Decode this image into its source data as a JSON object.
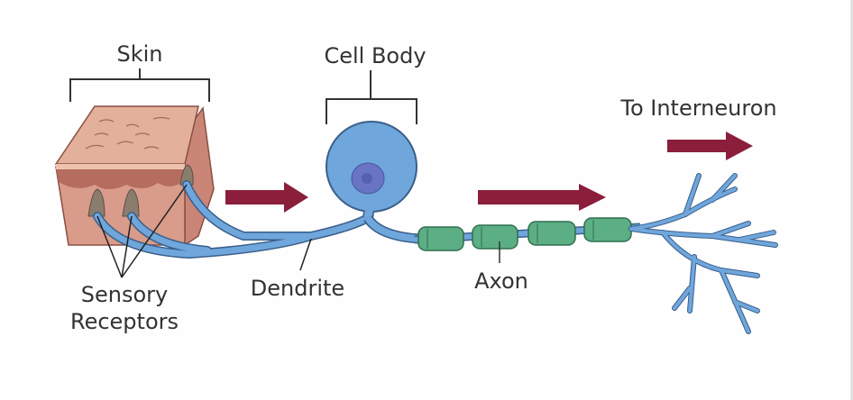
{
  "diagram": {
    "title": "Sensory neuron pathway",
    "labels": {
      "skin": "Skin",
      "cell_body": "Cell Body",
      "to_interneuron": "To Interneuron",
      "sensory_receptors_line1": "Sensory",
      "sensory_receptors_line2": "Receptors",
      "dendrite": "Dendrite",
      "axon": "Axon"
    },
    "parts": [
      "skin",
      "sensory-receptors",
      "dendrite",
      "cell-body",
      "nucleus",
      "axon",
      "myelin-sheath",
      "axon-terminals"
    ],
    "signal_arrows": 3,
    "myelin_segments": 4,
    "colors": {
      "neuron": "#6fa6dc",
      "neuron_outline": "#3a5f8a",
      "nucleus": "#6a74c4",
      "myelin": "#5cae84",
      "myelin_outline": "#2f6f4e",
      "arrow": "#8b1e3b",
      "skin_top": "#e3b09a",
      "skin_side": "#c98576",
      "skin_dermis": "#d99b8a",
      "receptor": "#8b7d6e",
      "bracket": "#333333"
    }
  }
}
